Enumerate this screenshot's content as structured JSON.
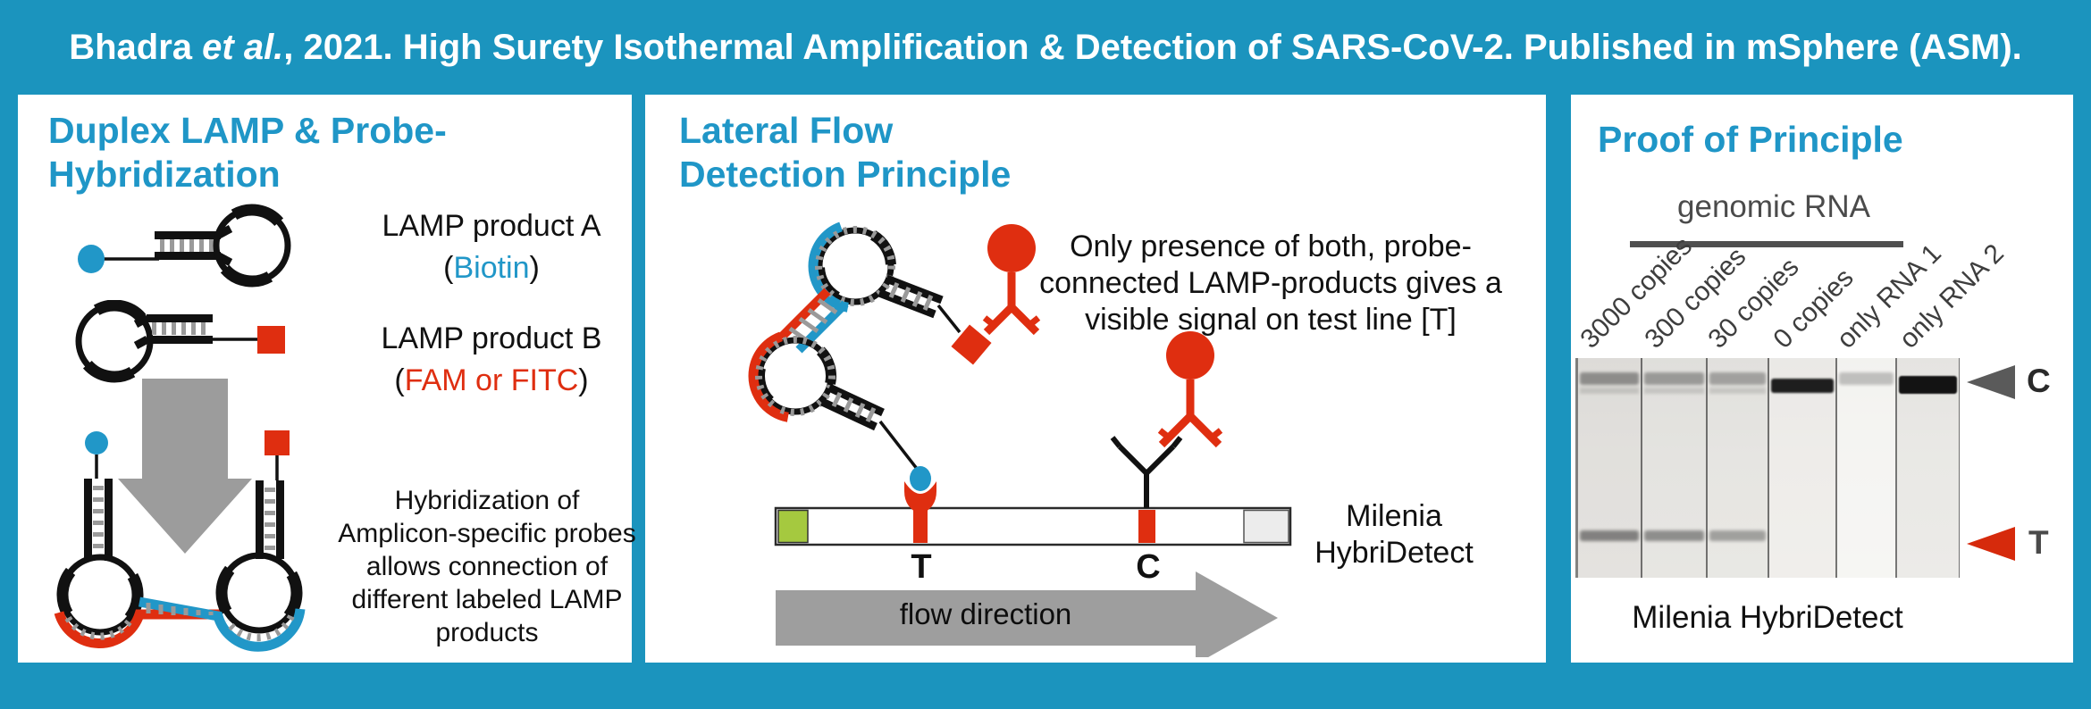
{
  "colors": {
    "accent": "#1b94be",
    "title_blue": "#1f96c7",
    "red": "#df2e10",
    "blue": "#2197c8",
    "green": "#a5c93f",
    "gray_arrow": "#9c9c9c"
  },
  "header": {
    "prefix": "Bhadra ",
    "italic": "et al.",
    "suffix": ", 2021. High Surety Isothermal Amplification & Detection of SARS-CoV-2. Published in mSphere (ASM)."
  },
  "panel1": {
    "title": "Duplex LAMP & Probe-Hybridization",
    "product_a": {
      "name": "LAMP product A",
      "paren_open": "(",
      "tag": "Biotin",
      "paren_close": ")"
    },
    "product_b": {
      "name": "LAMP product B",
      "paren_open": "(",
      "tag": "FAM or FITC",
      "paren_close": ")"
    },
    "description": "Hybridization of Amplicon-specific probes allows connection of different labeled LAMP products"
  },
  "panel2": {
    "title": "Lateral Flow Detection Principle",
    "note": "Only presence of both, probe-connected LAMP-products gives a visible signal on test line [T]",
    "test_line_label": "T",
    "control_line_label": "C",
    "flow_label": "flow direction",
    "brand": "Milenia HybriDetect"
  },
  "panel3": {
    "title": "Proof of Principle",
    "group_label": "genomic RNA",
    "lanes": [
      {
        "label": "3000 copies",
        "c_band": 0.38,
        "t_band": 0.45
      },
      {
        "label": "300 copies",
        "c_band": 0.33,
        "t_band": 0.4
      },
      {
        "label": "30 copies",
        "c_band": 0.3,
        "t_band": 0.32
      },
      {
        "label": "0 copies",
        "c_band": 0.92,
        "t_band": 0
      },
      {
        "label": "only RNA 1",
        "c_band": 0.22,
        "t_band": 0
      },
      {
        "label": "only RNA 2",
        "c_band": 0.97,
        "t_band": 0
      }
    ],
    "control_arrow_label": "C",
    "test_arrow_label": "T",
    "caption": "Milenia HybriDetect"
  }
}
